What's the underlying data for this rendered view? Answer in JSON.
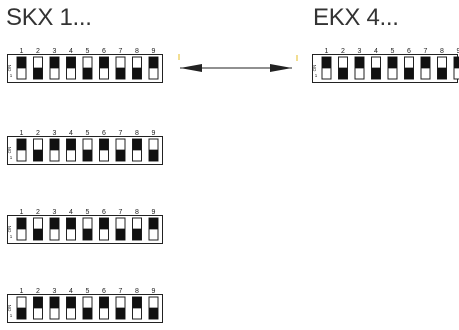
{
  "titles": {
    "left": "SKX 1...",
    "right": "EKX 4..."
  },
  "side_labels": {
    "top": "ON",
    "bottom": "1"
  },
  "switch_numbers": [
    "1",
    "2",
    "3",
    "4",
    "5",
    "6",
    "7",
    "8",
    "9"
  ],
  "blocks": [
    {
      "id": "skx-1",
      "switches": [
        "up",
        "down",
        "up",
        "up",
        "down",
        "up",
        "down",
        "down",
        "up"
      ]
    },
    {
      "id": "ekx-1",
      "switches": [
        "up",
        "down",
        "up",
        "down",
        "up",
        "down",
        "up",
        "down",
        "up"
      ]
    },
    {
      "id": "skx-2",
      "switches": [
        "up",
        "down",
        "up",
        "up",
        "down",
        "up",
        "down",
        "up",
        "down"
      ]
    },
    {
      "id": "skx-3",
      "switches": [
        "up",
        "down",
        "up",
        "up",
        "down",
        "up",
        "down",
        "down",
        "up"
      ]
    },
    {
      "id": "skx-4",
      "switches": [
        "down",
        "up",
        "up",
        "up",
        "down",
        "up",
        "down",
        "up",
        "down"
      ]
    }
  ],
  "colors": {
    "outline": "#222222",
    "fill": "#111111",
    "background": "#ffffff",
    "marker": "#e8c84a"
  }
}
